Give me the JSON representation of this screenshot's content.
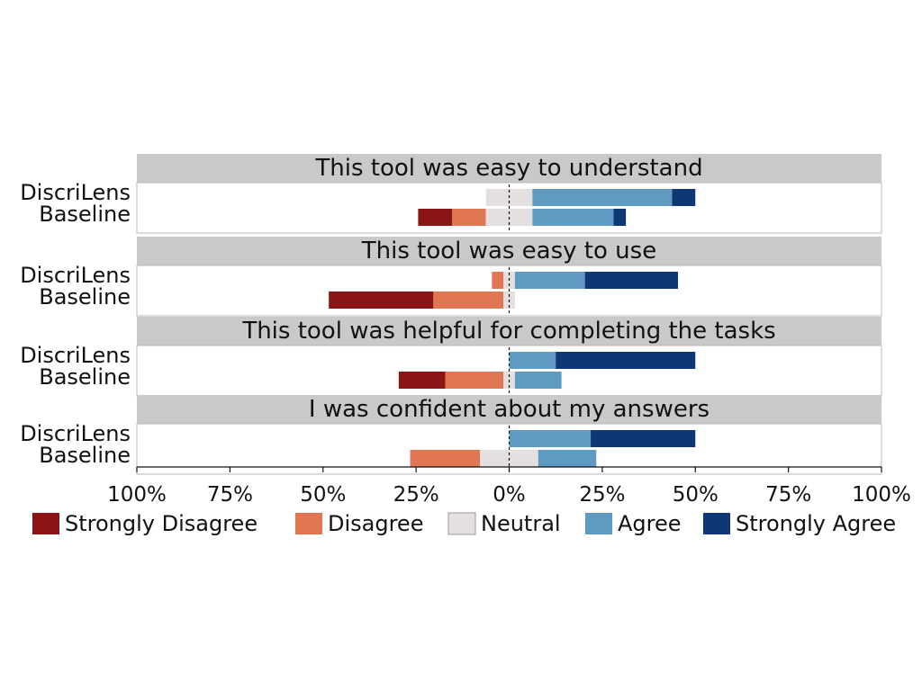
{
  "chart_data": {
    "type": "bar",
    "orientation": "horizontal-diverging",
    "center": "Neutral",
    "x_ticks": [
      "100%",
      "75%",
      "50%",
      "25%",
      "0%",
      "25%",
      "50%",
      "75%",
      "100%"
    ],
    "xlim": [
      -100,
      100
    ],
    "legend_position": "bottom",
    "legend": [
      {
        "name": "Strongly Disagree",
        "color": "#8b1414"
      },
      {
        "name": "Disagree",
        "color": "#e07752"
      },
      {
        "name": "Neutral",
        "color": "#e3e0df"
      },
      {
        "name": "Agree",
        "color": "#5f9bc1"
      },
      {
        "name": "Strongly Agree",
        "color": "#0e3774"
      }
    ],
    "panels": [
      {
        "title": "This tool was easy to understand",
        "rows": [
          {
            "label": "DiscriLens",
            "values": [
              0,
              0,
              12.5,
              37.5,
              6.25
            ]
          },
          {
            "label": "Baseline",
            "values": [
              9.1,
              9.1,
              12.5,
              21.8,
              3.3
            ]
          }
        ]
      },
      {
        "title": "This tool was easy to use",
        "rows": [
          {
            "label": "DiscriLens",
            "values": [
              0,
              3.1,
              3.1,
              18.8,
              25.0
            ]
          },
          {
            "label": "Baseline",
            "values": [
              28.1,
              18.8,
              3.1,
              0,
              0
            ]
          }
        ]
      },
      {
        "title": "This tool was helpful for completing the tasks",
        "rows": [
          {
            "label": "DiscriLens",
            "values": [
              0,
              0,
              0,
              12.5,
              37.5
            ]
          },
          {
            "label": "Baseline",
            "values": [
              12.5,
              15.6,
              3.1,
              12.5,
              0
            ]
          }
        ]
      },
      {
        "title": "I was confident about my answers",
        "rows": [
          {
            "label": "DiscriLens",
            "values": [
              0,
              0,
              0,
              21.9,
              28.1
            ]
          },
          {
            "label": "Baseline",
            "values": [
              0,
              18.8,
              15.6,
              15.6,
              0
            ]
          }
        ]
      }
    ]
  }
}
